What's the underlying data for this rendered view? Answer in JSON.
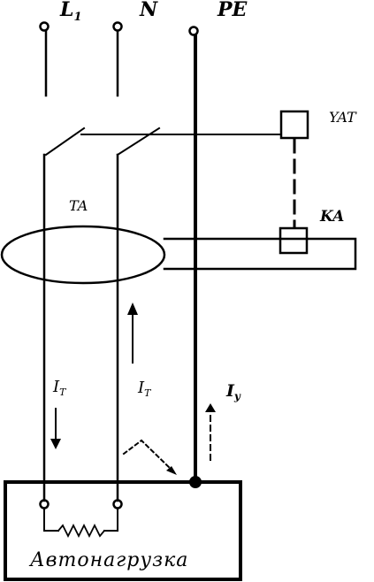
{
  "terminals": {
    "l1": "L",
    "l1_sub": "1",
    "n": "N",
    "pe": "PE"
  },
  "components": {
    "yat": "YAT",
    "ka": "KA",
    "ta": "TA"
  },
  "currents": {
    "left": "I",
    "left_sub": "T",
    "right": "I",
    "right_sub": "T",
    "leak": "I",
    "leak_sub": "у"
  },
  "load": {
    "label": "Автонагрузка"
  },
  "colors": {
    "line": "#000000",
    "background": "#ffffff"
  }
}
